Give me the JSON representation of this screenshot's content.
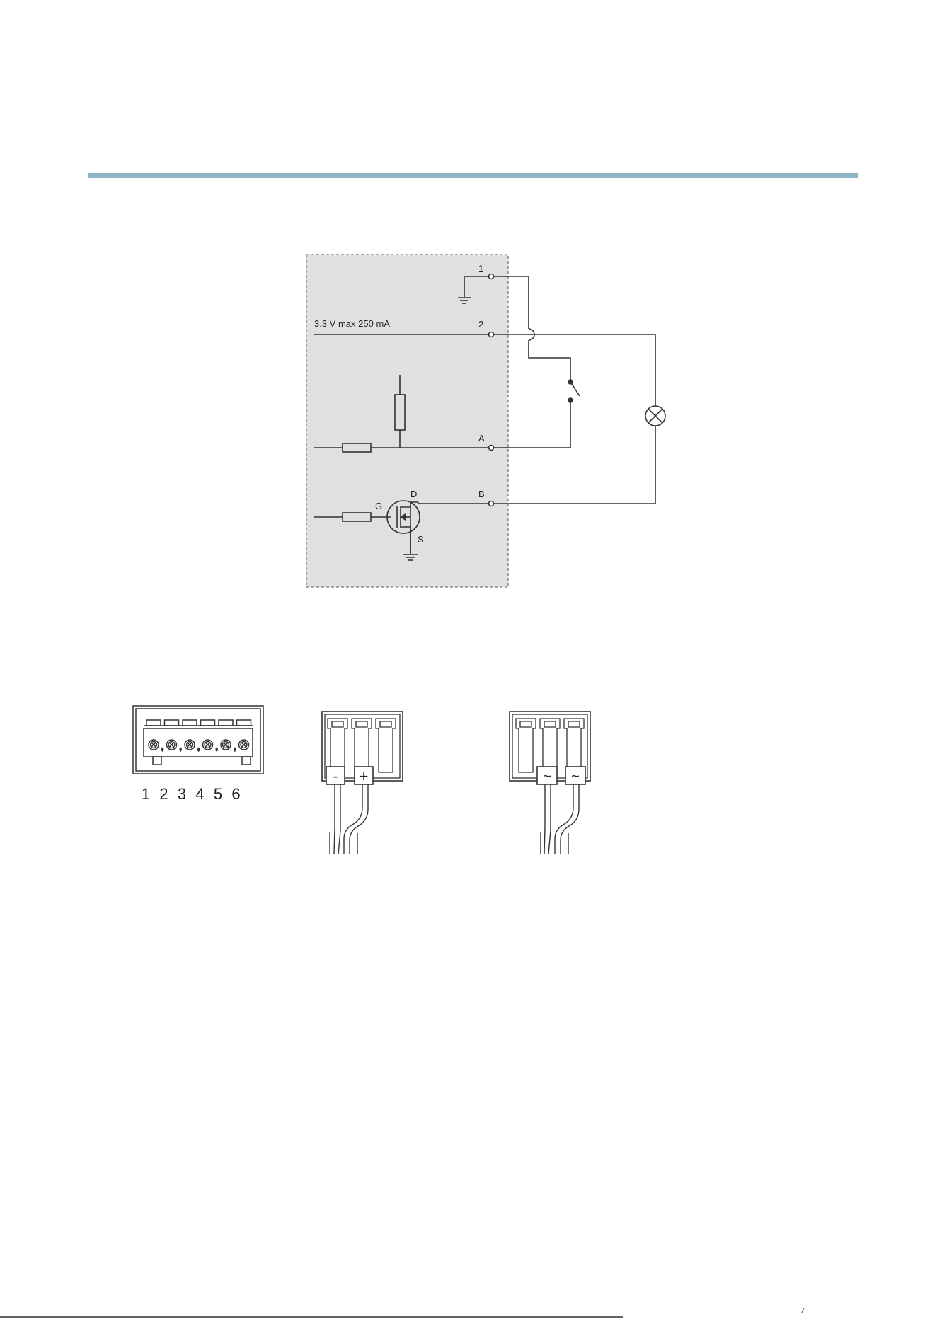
{
  "header": {
    "rule_color": "#8fb6c6"
  },
  "schematic": {
    "bg_color": "#e0e0e0",
    "pin_1_label": "1",
    "pin_2_label": "2",
    "supply_label": "3.3 V max 250 mA",
    "pin_a_label": "A",
    "pin_b_label": "B",
    "gate_label": "G",
    "drain_label": "D",
    "source_label": "S"
  },
  "connector_6pin": {
    "pin_numbers": [
      "1",
      "2",
      "3",
      "4",
      "5",
      "6"
    ]
  },
  "dc_connector": {
    "minus_label": "-",
    "plus_label": "+"
  },
  "ac_connector": {
    "ac1_label": "~",
    "ac2_label": "~"
  }
}
